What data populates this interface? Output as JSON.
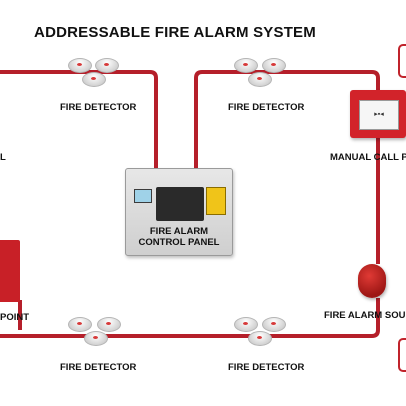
{
  "title": "ADDRESSABLE FIRE ALARM SYSTEM",
  "panel": {
    "line1": "FIRE ALARM",
    "line2": "CONTROL PANEL"
  },
  "labels": {
    "detector_top_left": "FIRE DETECTOR",
    "detector_top_right": "FIRE DETECTOR",
    "detector_bottom_left": "FIRE DETECTOR",
    "detector_bottom_right": "FIRE DETECTOR",
    "manual_call_point": "MANUAL CALL PO",
    "fire_alarm_sounder": "FIRE ALARM SOUN",
    "left_point": "POINT",
    "left_cut": "L"
  },
  "colors": {
    "wire": "#b51f2a",
    "device_red": "#d2232a",
    "panel_grey": "#dcdcdc"
  },
  "icons": [
    "smoke-detector-icon",
    "call-point-icon",
    "sounder-icon",
    "control-panel-icon"
  ]
}
